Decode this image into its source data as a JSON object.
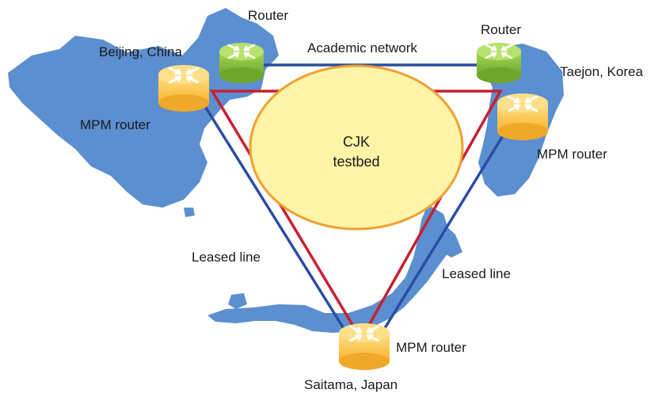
{
  "labels": {
    "router_top_left": "Router",
    "router_top_right": "Router",
    "academic_network": "Academic network",
    "beijing": "Beijing, China",
    "taejon": "Taejon, Korea",
    "mpm_router_china": "MPM router",
    "mpm_router_korea": "MPM router",
    "mpm_router_japan": "MPM router",
    "testbed_line1": "CJK",
    "testbed_line2": "testbed",
    "leased_line_left": "Leased line",
    "leased_line_right": "Leased line",
    "saitama": "Saitama, Japan"
  },
  "colors": {
    "land": "#5b8fd0",
    "router_green": "#8cc63f",
    "router_yellow": "#ffc94a",
    "blue_line": "#2b4da3",
    "red_line": "#c8202f",
    "testbed_fill": "#fff4a8",
    "testbed_stroke": "#f0a030"
  }
}
